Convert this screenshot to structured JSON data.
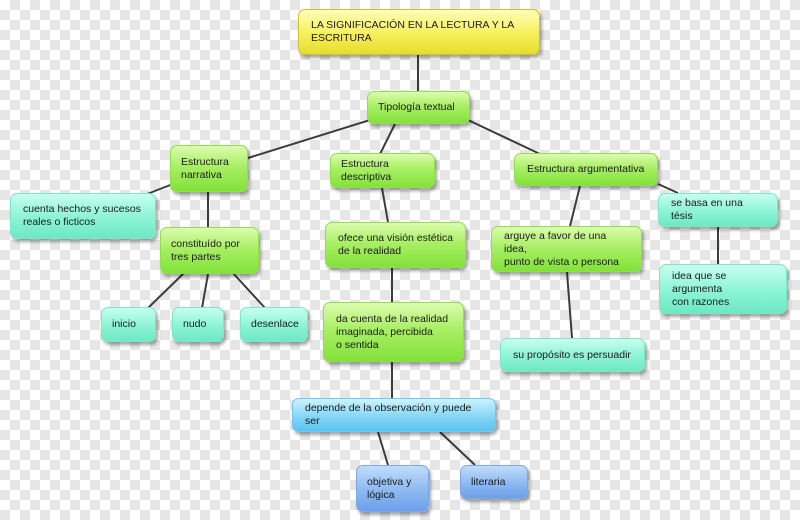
{
  "nodes": {
    "root": "LA SIGNIFICACIÓN EN LA LECTURA Y LA\nESCRITURA",
    "tipologia": "Tipología textual",
    "narrativa": "Estructura\nnarrativa",
    "descriptiva": "Estructura descriptiva",
    "argumentativa": "Estructura argumentativa",
    "cuenta_hechos": "cuenta hechos y sucesos\nreales o ficticos",
    "constituido": "constituído por\ntres partes",
    "inicio": "inicio",
    "nudo": "nudo",
    "desenlace": "desenlace",
    "ofece": "ofece una visión estética\nde la realidad",
    "da_cuenta": "da cuenta de la realidad\nimaginada, percibida\n o sentida",
    "depende": "depende de la observación y puede ser",
    "objetiva": "objetiva y\nlógica",
    "literaria": "literaria",
    "arguye": "arguye a favor de una idea,\npunto de vista o persona",
    "proposito": "su propósito es persuadir",
    "tesis": "se basa en una tésis",
    "idea_argumenta": "idea que se argumenta\ncon razones"
  },
  "colors": {
    "root": "#f6f05a",
    "level": "#a9ef65",
    "leaf": "#8ff5d6",
    "depende": "#85d6f6",
    "final": "#8cb9f1",
    "connector": "#3c3c3c"
  }
}
